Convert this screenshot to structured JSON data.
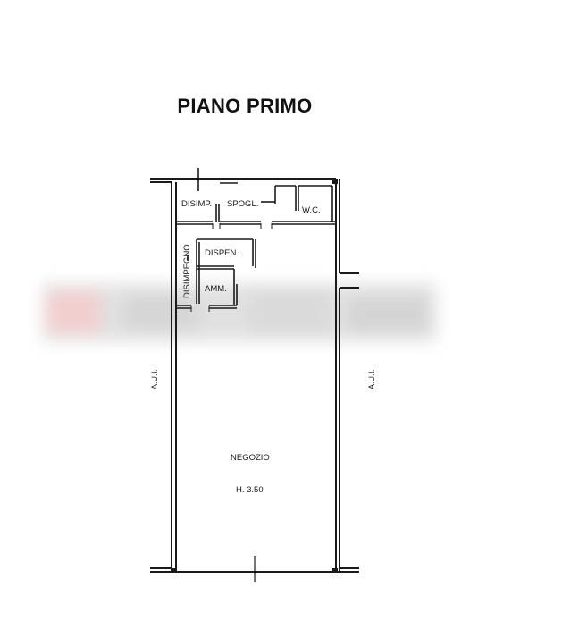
{
  "title": "PIANO PRIMO",
  "rooms": {
    "disimp": "DISIMP.",
    "spogl": "SPOGL.",
    "wc": "W.C.",
    "dispen": "DISPEN.",
    "disimpegno": "DISIMPEGNO",
    "amm": "AMM.",
    "negozio": "NEGOZIO",
    "height": "H. 3.50"
  },
  "neighbors": {
    "left": "A.U.I.",
    "right": "A.U.I."
  },
  "colors": {
    "line": "#1a1a1a",
    "blur": "#d9d9d9",
    "blur_accent": "#f2c9c9"
  }
}
